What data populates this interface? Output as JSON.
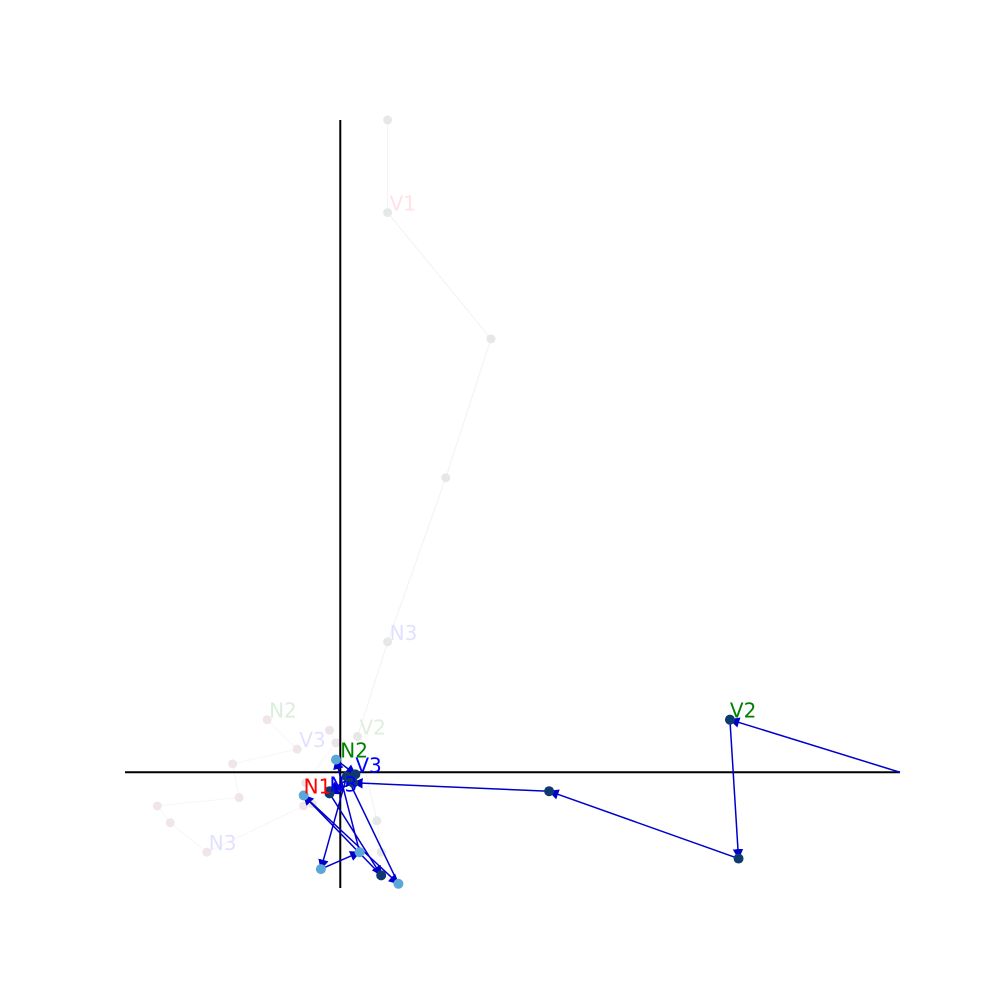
{
  "chart_data": {
    "type": "scatter",
    "axes": {
      "x_axis_at": 0,
      "y_axis_at": 0,
      "ticks": "none",
      "frame": "none"
    },
    "xlim": [
      -1.0,
      2.6
    ],
    "ylim": [
      -0.55,
      3.1
    ],
    "series": [
      {
        "name": "",
        "role": "faded-background",
        "point_color": "#9aa89a",
        "line_color": "#cccccc",
        "opacity": 0.25,
        "points": [
          [
            0.22,
            3.1
          ],
          [
            0.22,
            2.66
          ],
          [
            0.7,
            2.06
          ],
          [
            0.49,
            1.4
          ],
          [
            0.22,
            0.62
          ],
          [
            0.08,
            0.17
          ],
          [
            0.17,
            -0.23
          ],
          [
            0.19,
            -0.38
          ]
        ],
        "labels": [
          {
            "text": "V1",
            "at": 1,
            "color": "#ff8aa0"
          },
          {
            "text": "N3",
            "at": 4,
            "color": "#8c8cff"
          },
          {
            "text": "V2",
            "at": 5,
            "color": "#7fc27f"
          }
        ]
      },
      {
        "name": "",
        "role": "faded-background",
        "point_color": "#c79aa4",
        "line_color": "#dddddd",
        "opacity": 0.25,
        "points": [
          [
            -0.34,
            0.25
          ],
          [
            -0.2,
            0.11
          ],
          [
            -0.5,
            0.04
          ],
          [
            -0.47,
            -0.12
          ],
          [
            -0.85,
            -0.16
          ],
          [
            -0.79,
            -0.24
          ],
          [
            -0.62,
            -0.38
          ],
          [
            -0.17,
            -0.16
          ]
        ],
        "labels": [
          {
            "text": "N2",
            "at": 0,
            "color": "#6fbf6f"
          },
          {
            "text": "V3",
            "at": 1,
            "color": "#8c8cff"
          },
          {
            "text": "N3",
            "at": 6,
            "color": "#8c8cff"
          }
        ]
      },
      {
        "name": "",
        "role": "faded-background",
        "point_color": "#b89aa4",
        "line_color": "#dddddd",
        "opacity": 0.25,
        "points": [
          [
            -0.05,
            0.2
          ],
          [
            -0.02,
            0.14
          ],
          [
            -0.16,
            -0.05
          ],
          [
            -0.13,
            -0.15
          ],
          [
            -0.03,
            -0.08
          ]
        ],
        "labels": []
      },
      {
        "name": "",
        "role": "trajectory",
        "line_color": "#0000cc",
        "arrows": true,
        "points": [
          {
            "x": 2.6,
            "y": 0.0,
            "shade": "none"
          },
          {
            "x": 1.81,
            "y": 0.25,
            "shade": "dark"
          },
          {
            "x": 1.85,
            "y": -0.41,
            "shade": "dark"
          },
          {
            "x": 0.97,
            "y": -0.09,
            "shade": "dark"
          },
          {
            "x": 0.06,
            "y": -0.05,
            "shade": "dark"
          },
          {
            "x": -0.05,
            "y": -0.1,
            "shade": "dark"
          },
          {
            "x": 0.19,
            "y": -0.49,
            "shade": "dark"
          },
          {
            "x": -0.17,
            "y": -0.11,
            "shade": "light"
          },
          {
            "x": 0.27,
            "y": -0.53,
            "shade": "light"
          },
          {
            "x": 0.03,
            "y": -0.02,
            "shade": "dark"
          },
          {
            "x": -0.09,
            "y": -0.46,
            "shade": "light"
          },
          {
            "x": 0.09,
            "y": -0.38,
            "shade": "light"
          },
          {
            "x": -0.02,
            "y": 0.06,
            "shade": "light"
          },
          {
            "x": 0.07,
            "y": -0.01,
            "shade": "dark"
          },
          {
            "x": -0.05,
            "y": -0.09,
            "shade": "dark"
          }
        ],
        "shades": {
          "dark": "#0e3a70",
          "light": "#5aa7d8"
        }
      }
    ],
    "annotations": [
      {
        "text": "V2",
        "x": 1.81,
        "y": 0.25,
        "color": "#008000"
      },
      {
        "text": "N2",
        "x": 0.0,
        "y": 0.06,
        "color": "#008000"
      },
      {
        "text": "V3",
        "x": 0.07,
        "y": -0.01,
        "color": "#0000ff"
      },
      {
        "text": "N1",
        "x": -0.17,
        "y": -0.11,
        "color": "#ff0000"
      },
      {
        "text": "N3",
        "x": -0.05,
        "y": -0.1,
        "color": "#0000ff"
      }
    ]
  }
}
